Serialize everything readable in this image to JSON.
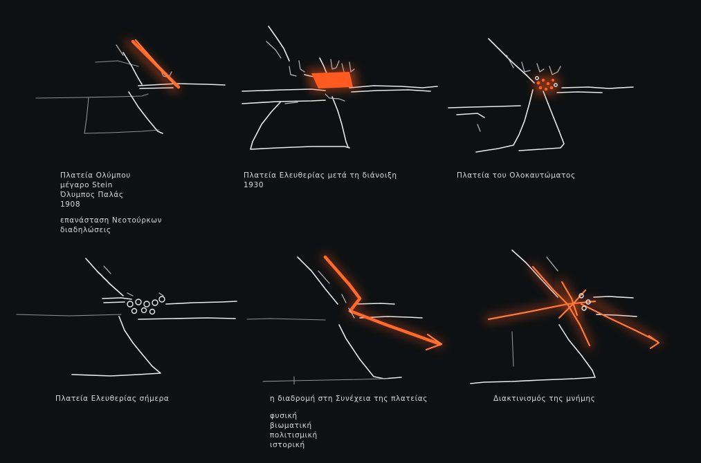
{
  "panels": [
    {
      "id": "olympou",
      "caption_lines": [
        "Πλατεία Ολύμπου",
        "μέγαρο Stein",
        "Όλυμπος Παλάς",
        "1908"
      ],
      "note_lines": [
        "επανάσταση Νεοτούρκων",
        "διαδηλώσεις"
      ]
    },
    {
      "id": "eleftherias-1930",
      "caption_lines": [
        "Πλατεία Ελευθερίας μετά τη διάνοιξη",
        "1930"
      ]
    },
    {
      "id": "olokaftomatos",
      "caption_lines": [
        "Πλατεία του Ολοκαυτώματος"
      ]
    },
    {
      "id": "eleftherias-today",
      "caption_lines": [
        "Πλατεία Ελευθερίας σήμερα"
      ]
    },
    {
      "id": "route",
      "caption_lines": [
        "η διαδρομή στη Συνέχεια της πλατείας"
      ],
      "note_lines": [
        "φυσική",
        "βιωματική",
        "πολιτισμική",
        "ιστορική"
      ]
    },
    {
      "id": "memory",
      "caption_lines": [
        "Διακτινισμός της μνήμης"
      ]
    }
  ],
  "colors": {
    "background": "#0d1113",
    "sketch_line": "#e9ecee",
    "highlight": "#ff5a1f",
    "text": "#d6d9db"
  }
}
